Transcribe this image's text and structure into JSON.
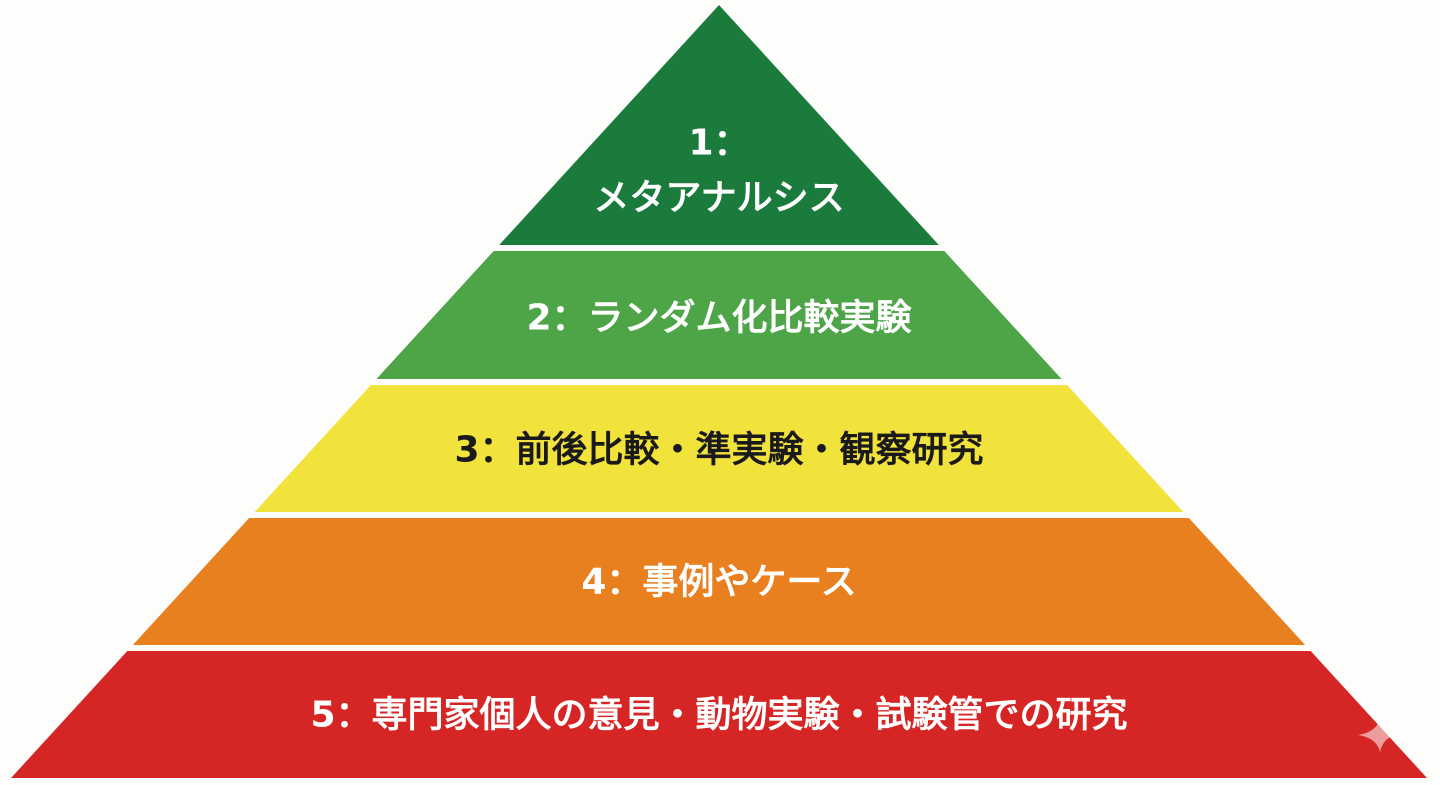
{
  "title": "エビデンスレベルのピラミッド",
  "levels": [
    {
      "label_lines": [
        "1：",
        "メタアナルシス"
      ],
      "color": "#1b7b3d",
      "text_color": "#ffffff"
    },
    {
      "label_lines": [
        "2：ランダム化比較実験"
      ],
      "color": "#4ea548",
      "text_color": "#ffffff"
    },
    {
      "label_lines": [
        "3：前後比較・準実験・観察研究"
      ],
      "color": "#f2e23c",
      "text_color": "#1a1a1a"
    },
    {
      "label_lines": [
        "4：事例やケース"
      ],
      "color": "#e9801f",
      "text_color": "#ffffff"
    },
    {
      "label_lines": [
        "5：専門家個人の意見・動物実験・試験管での研究"
      ],
      "color": "#d52524",
      "text_color": "#ffffff"
    }
  ],
  "watermark_icon": "sparkle-icon"
}
